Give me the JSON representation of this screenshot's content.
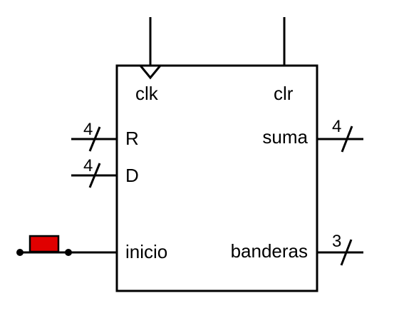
{
  "block": {
    "inputs_top": {
      "clk": "clk",
      "clr": "clr"
    },
    "inputs_left": {
      "R": "R",
      "D": "D",
      "start": "inicio"
    },
    "outputs_right": {
      "sum": "suma",
      "flags": "banderas"
    }
  },
  "bus_widths": {
    "R": "4",
    "D": "4",
    "sum": "4",
    "flags": "3"
  },
  "colors": {
    "line": "#000000",
    "button": "#e00000",
    "background": "#ffffff"
  }
}
